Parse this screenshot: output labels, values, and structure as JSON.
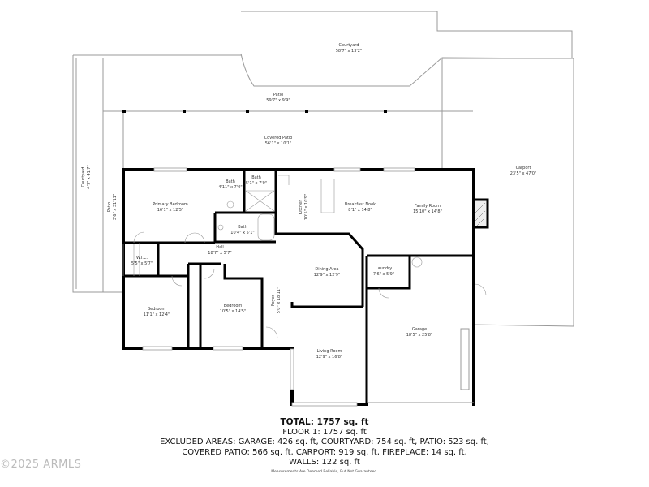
{
  "rooms": {
    "courtyard_top": {
      "name": "Courtyard",
      "dims": "58'7\" x 13'2\""
    },
    "patio": {
      "name": "Patio",
      "dims": "59'7\" x 9'9\""
    },
    "covered_patio": {
      "name": "Covered Patio",
      "dims": "56'1\" x 10'1\""
    },
    "carport": {
      "name": "Carport",
      "dims": "23'5\" x 47'0\""
    },
    "courtyard_side": {
      "name": "Courtyard",
      "dims": "4'7\" x 41'7\""
    },
    "patio_side": {
      "name": "Patio",
      "dims": "3'6\" x 31'11\""
    },
    "primary_bedroom": {
      "name": "Primary Bedroom",
      "dims": "16'1\" x 12'5\""
    },
    "bath_1": {
      "name": "Bath",
      "dims": "4'11\" x 7'0\""
    },
    "bath_2": {
      "name": "Bath",
      "dims": "5'1\" x 7'0\""
    },
    "kitchen": {
      "name": "Kitchen",
      "dims": "10'5\" x 10'9\""
    },
    "breakfast_nook": {
      "name": "Breakfast Nook",
      "dims": "8'1\" x 14'8\""
    },
    "family_room": {
      "name": "Family Room",
      "dims": "15'10\" x 14'8\""
    },
    "bath_3": {
      "name": "Bath",
      "dims": "10'4\" x 5'1\""
    },
    "hall": {
      "name": "Hall",
      "dims": "18'7\" x 5'7\""
    },
    "wic": {
      "name": "W.I.C.",
      "dims": "5'5\" x 5'7\""
    },
    "dining_area": {
      "name": "Dining Area",
      "dims": "12'9\" x 12'9\""
    },
    "laundry": {
      "name": "Laundry",
      "dims": "7'6\" x 5'9\""
    },
    "bedroom_1": {
      "name": "Bedroom",
      "dims": "11'1\" x 12'4\""
    },
    "bedroom_2": {
      "name": "Bedroom",
      "dims": "10'5\" x 14'5\""
    },
    "foyer": {
      "name": "Foyer",
      "dims": "5'0\" x 18'11\""
    },
    "living_room": {
      "name": "Living Room",
      "dims": "12'9\" x 16'8\""
    },
    "garage": {
      "name": "Garage",
      "dims": "18'5\" x 25'8\""
    }
  },
  "summary": {
    "total": "TOTAL: 1757 sq. ft",
    "floor": "FLOOR 1: 1757 sq. ft",
    "excluded_1": "EXCLUDED AREAS: GARAGE: 426 sq. ft, COURTYARD: 754 sq. ft, PATIO: 523 sq. ft,",
    "excluded_2": "COVERED PATIO: 566 sq. ft, CARPORT: 919 sq. ft, FIREPLACE: 14 sq. ft,",
    "excluded_3": "WALLS: 122 sq. ft",
    "disclaimer": "Measurements Are Deemed Reliable, But Not Guaranteed."
  },
  "watermark": "©2025 ARMLS"
}
